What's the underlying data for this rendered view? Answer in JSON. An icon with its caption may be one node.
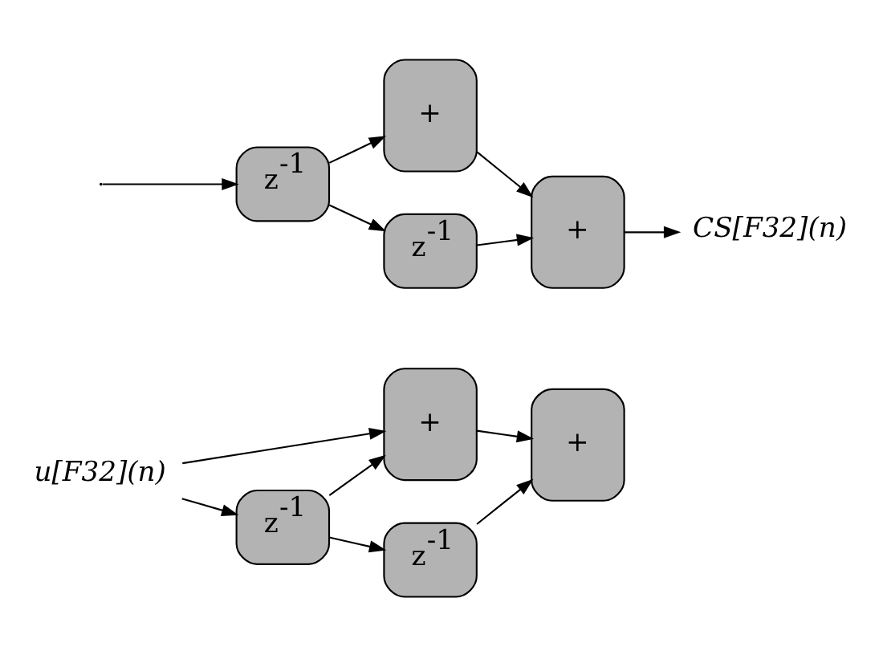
{
  "diagram": {
    "nodes": [
      {
        "text": [
          "u[F32](n)"
        ]
      },
      {
        "text": [
          "+"
        ]
      },
      {
        "text": [
          "z$^{-1}$"
        ]
      },
      {
        "text": [
          "+"
        ]
      },
      {
        "text": [
          "z$^{-1}$"
        ]
      },
      {
        "text": [
          "z$^{-1}$"
        ]
      },
      {
        "text": [
          "+"
        ]
      },
      {
        "text": [
          "z$^{-1}$"
        ]
      },
      {
        "text": [
          "+"
        ]
      },
      {
        "text": [
          "CS[F32](n)"
        ]
      }
    ],
    "edges": [
      {
        "from": 0,
        "to": 1,
        "arrow": "to"
      },
      {
        "from": 0,
        "to": 2,
        "arrow": "to"
      },
      {
        "from": 2,
        "to": 1,
        "arrow": "to"
      },
      {
        "from": 2,
        "to": 4,
        "arrow": "to"
      },
      {
        "from": 1,
        "to": 3,
        "arrow": "to"
      },
      {
        "from": 4,
        "to": 3,
        "arrow": "to"
      },
      {
        "from": null,
        "to": 5,
        "arrow": "to"
      },
      {
        "from": 5,
        "to": 6,
        "arrow": "to"
      },
      {
        "from": 5,
        "to": 7,
        "arrow": "to"
      },
      {
        "from": 6,
        "to": 8,
        "arrow": "to"
      },
      {
        "from": 7,
        "to": 8,
        "arrow": "to"
      },
      {
        "from": 8,
        "to": 9,
        "arrow": "to"
      }
    ]
  }
}
